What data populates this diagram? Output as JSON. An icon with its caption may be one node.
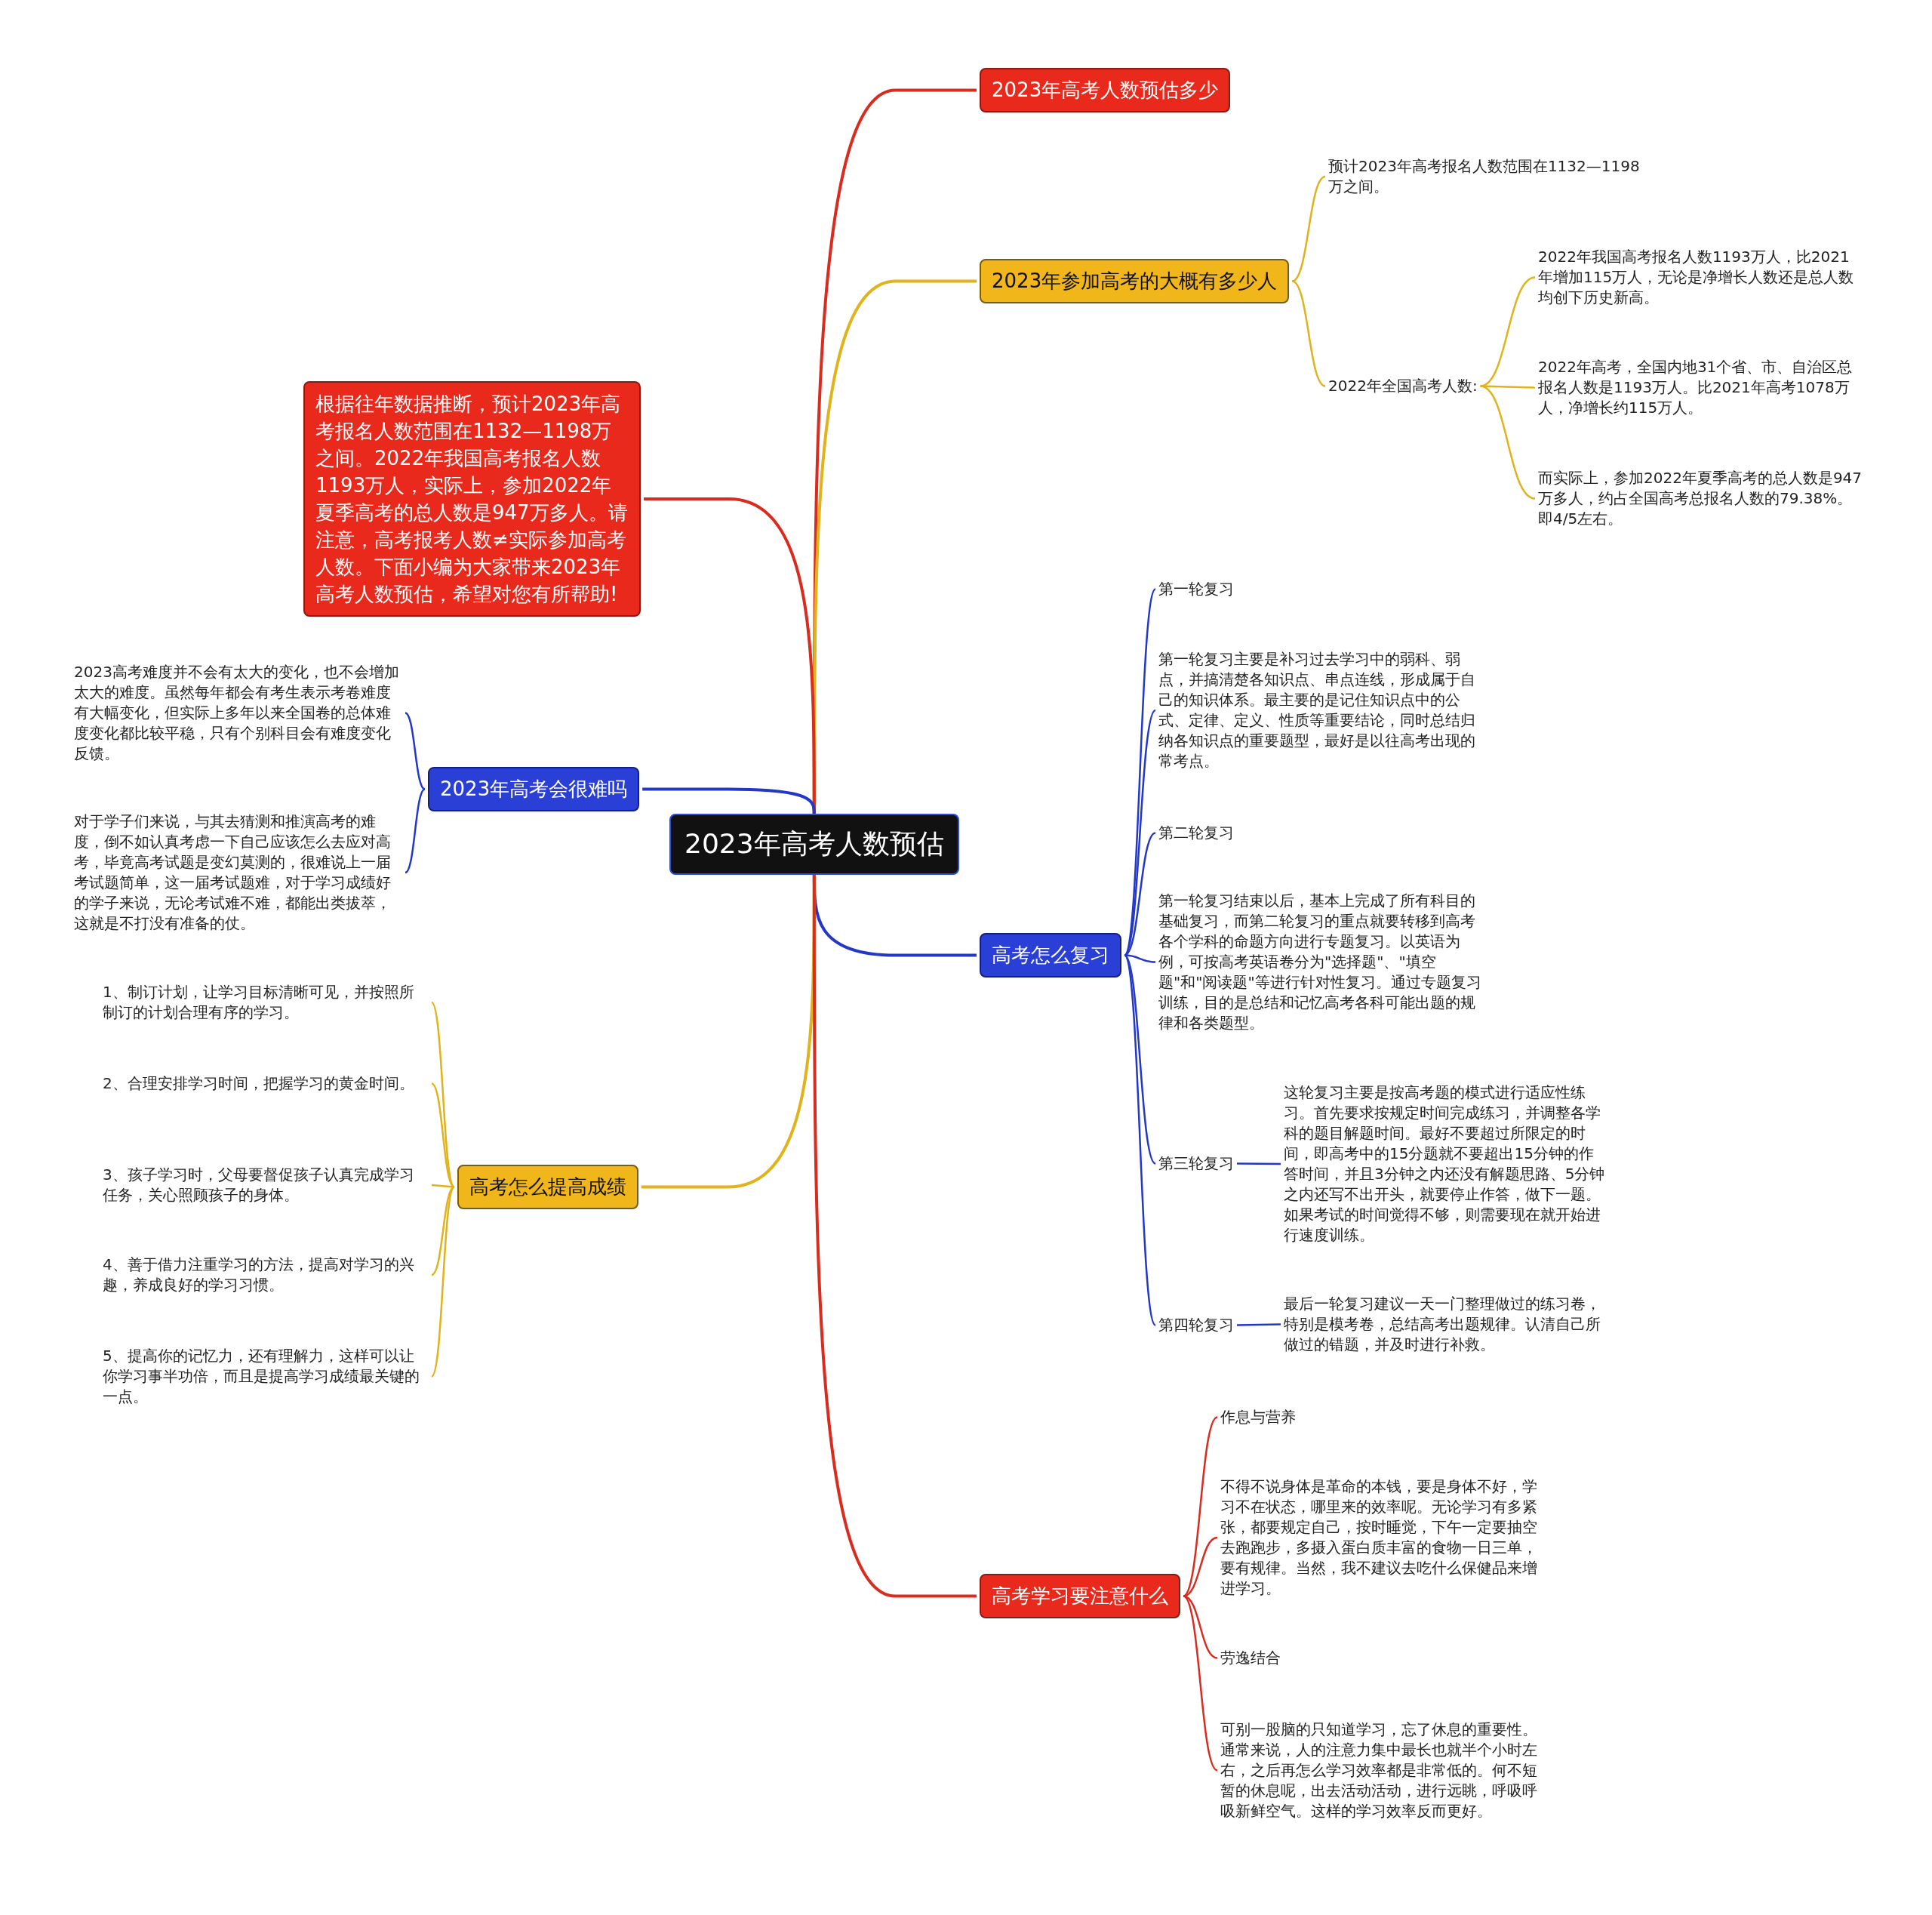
{
  "diagram": {
    "nodes": [
      {
        "text": [
          "2023年高考人数预估"
        ]
      },
      {
        "text": [
          "2023年高考人数预估多少"
        ]
      },
      {
        "text": [
          "2023年参加高考的大概有多少人"
        ]
      },
      {
        "text": [
          "预计2023年高考报名人数范围在1132—1198万之间。"
        ]
      },
      {
        "text": [
          "2022年全国高考人数:"
        ]
      },
      {
        "text": [
          "2022年我国高考报名人数1193万人，比2021年增加115万人，无论是净增长人数还是总人数均创下历史新高。"
        ]
      },
      {
        "text": [
          "2022年高考，全国内地31个省、市、自治区总报名人数是1193万人。比2021年高考1078万人，净增长约115万人。"
        ]
      },
      {
        "text": [
          "而实际上，参加2022年夏季高考的总人数是947万多人，约占全国高考总报名人数的79.38%。即4/5左右。"
        ]
      },
      {
        "text": [
          "根据往年数据推断，预计2023年高考报名人数范围在1132—1198万之间。2022年我国高考报名人数1193万人，实际上，参加2022年夏季高考的总人数是947万多人。请注意，高考报考人数≠实际参加高考人数。下面小编为大家带来2023年高考人数预估，希望对您有所帮助!"
        ]
      },
      {
        "text": [
          "2023年高考会很难吗"
        ]
      },
      {
        "text": [
          "2023高考难度并不会有太大的变化，也不会增加太大的难度。虽然每年都会有考生表示考卷难度有大幅变化，但实际上多年以来全国卷的总体难度变化都比较平稳，只有个别科目会有难度变化反馈。"
        ]
      },
      {
        "text": [
          "对于学子们来说，与其去猜测和推演高考的难度，倒不如认真考虑一下自己应该怎么去应对高考，毕竟高考试题是变幻莫测的，很难说上一届考试题简单，这一届考试题难，对于学习成绩好的学子来说，无论考试难不难，都能出类拔萃，这就是不打没有准备的仗。"
        ]
      },
      {
        "text": [
          "高考怎么复习"
        ]
      },
      {
        "text": [
          "第一轮复习"
        ]
      },
      {
        "text": [
          "第一轮复习主要是补习过去学习中的弱科、弱点，并搞清楚各知识点、串点连线，形成属于自己的知识体系。最主要的是记住知识点中的公式、定律、定义、性质等重要结论，同时总结归纳各知识点的重要题型，最好是以往高考出现的常考点。"
        ]
      },
      {
        "text": [
          "第二轮复习"
        ]
      },
      {
        "text": [
          "第一轮复习结束以后，基本上完成了所有科目的基础复习，而第二轮复习的重点就要转移到高考各个学科的命题方向进行专题复习。以英语为例，可按高考英语卷分为\"选择题\"、\"填空题\"和\"阅读题\"等进行针对性复习。通过专题复习训练，目的是总结和记忆高考各科可能出题的规律和各类题型。"
        ]
      },
      {
        "text": [
          "第三轮复习"
        ]
      },
      {
        "text": [
          "这轮复习主要是按高考题的模式进行适应性练习。首先要求按规定时间完成练习，并调整各学科的题目解题时间。最好不要超过所限定的时间，即高考中的15分题就不要超出15分钟的作答时间，并且3分钟之内还没有解题思路、5分钟之内还写不出开头，就要停止作答，做下一题。如果考试的时间觉得不够，则需要现在就开始进行速度训练。"
        ]
      },
      {
        "text": [
          "第四轮复习"
        ]
      },
      {
        "text": [
          "最后一轮复习建议一天一门整理做过的练习卷，特别是模考卷，总结高考出题规律。认清自己所做过的错题，并及时进行补救。"
        ]
      },
      {
        "text": [
          "高考怎么提高成绩"
        ]
      },
      {
        "text": [
          "1、制订计划，让学习目标清晰可见，并按照所制订的计划合理有序的学习。"
        ]
      },
      {
        "text": [
          "2、合理安排学习时间，把握学习的黄金时间。"
        ]
      },
      {
        "text": [
          "3、孩子学习时，父母要督促孩子认真完成学习任务，关心照顾孩子的身体。"
        ]
      },
      {
        "text": [
          "4、善于借力注重学习的方法，提高对学习的兴趣，养成良好的学习习惯。"
        ]
      },
      {
        "text": [
          "5、提高你的记忆力，还有理解力，这样可以让你学习事半功倍，而且是提高学习成绩最关键的一点。"
        ]
      },
      {
        "text": [
          "高考学习要注意什么"
        ]
      },
      {
        "text": [
          "作息与营养"
        ]
      },
      {
        "text": [
          "不得不说身体是革命的本钱，要是身体不好，学习不在状态，哪里来的效率呢。无论学习有多紧张，都要规定自己，按时睡觉，下午一定要抽空去跑跑步，多摄入蛋白质丰富的食物一日三单，要有规律。当然，我不建议去吃什么保健品来增进学习。"
        ]
      },
      {
        "text": [
          "劳逸结合"
        ]
      },
      {
        "text": [
          "可别一股脑的只知道学习，忘了休息的重要性。通常来说，人的注意力集中最长也就半个小时左右，之后再怎么学习效率都是非常低的。何不短暂的休息呢，出去活动活动，进行远眺，呼吸呼吸新鲜空气。这样的学习效率反而更好。"
        ]
      }
    ],
    "edges": [
      {
        "from": 0,
        "to": 1,
        "arrow": "none",
        "color": "#d92b1e"
      },
      {
        "from": 0,
        "to": 2,
        "arrow": "none",
        "color": "#e0b21c"
      },
      {
        "from": 2,
        "to": 3,
        "arrow": "none",
        "color": "#e0b21c"
      },
      {
        "from": 2,
        "to": 4,
        "arrow": "none",
        "color": "#e0b21c"
      },
      {
        "from": 4,
        "to": 5,
        "arrow": "none",
        "color": "#e0b21c"
      },
      {
        "from": 4,
        "to": 6,
        "arrow": "none",
        "color": "#e0b21c"
      },
      {
        "from": 4,
        "to": 7,
        "arrow": "none",
        "color": "#e0b21c"
      },
      {
        "from": 0,
        "to": 8,
        "arrow": "none",
        "color": "#d92b1e"
      },
      {
        "from": 0,
        "to": 9,
        "arrow": "none",
        "color": "#2438c8"
      },
      {
        "from": 9,
        "to": 10,
        "arrow": "none",
        "color": "#2438c8"
      },
      {
        "from": 9,
        "to": 11,
        "arrow": "none",
        "color": "#2438c8"
      },
      {
        "from": 0,
        "to": 12,
        "arrow": "none",
        "color": "#2438c8"
      },
      {
        "from": 12,
        "to": 13,
        "arrow": "none",
        "color": "#2438c8"
      },
      {
        "from": 12,
        "to": 14,
        "arrow": "none",
        "color": "#2438c8"
      },
      {
        "from": 12,
        "to": 15,
        "arrow": "none",
        "color": "#2438c8"
      },
      {
        "from": 12,
        "to": 16,
        "arrow": "none",
        "color": "#2438c8"
      },
      {
        "from": 12,
        "to": 17,
        "arrow": "none",
        "color": "#2438c8"
      },
      {
        "from": 17,
        "to": 18,
        "arrow": "none",
        "color": "#2438c8"
      },
      {
        "from": 12,
        "to": 19,
        "arrow": "none",
        "color": "#2438c8"
      },
      {
        "from": 19,
        "to": 20,
        "arrow": "none",
        "color": "#2438c8"
      },
      {
        "from": 0,
        "to": 21,
        "arrow": "none",
        "color": "#e0b21c"
      },
      {
        "from": 21,
        "to": 22,
        "arrow": "none",
        "color": "#e0b21c"
      },
      {
        "from": 21,
        "to": 23,
        "arrow": "none",
        "color": "#e0b21c"
      },
      {
        "from": 21,
        "to": 24,
        "arrow": "none",
        "color": "#e0b21c"
      },
      {
        "from": 21,
        "to": 25,
        "arrow": "none",
        "color": "#e0b21c"
      },
      {
        "from": 21,
        "to": 26,
        "arrow": "none",
        "color": "#e0b21c"
      },
      {
        "from": 0,
        "to": 27,
        "arrow": "none",
        "color": "#d92b1e"
      },
      {
        "from": 27,
        "to": 28,
        "arrow": "none",
        "color": "#d92b1e"
      },
      {
        "from": 27,
        "to": 29,
        "arrow": "none",
        "color": "#d92b1e"
      },
      {
        "from": 27,
        "to": 30,
        "arrow": "none",
        "color": "#d92b1e"
      },
      {
        "from": 27,
        "to": 31,
        "arrow": "none",
        "color": "#d92b1e"
      }
    ]
  }
}
